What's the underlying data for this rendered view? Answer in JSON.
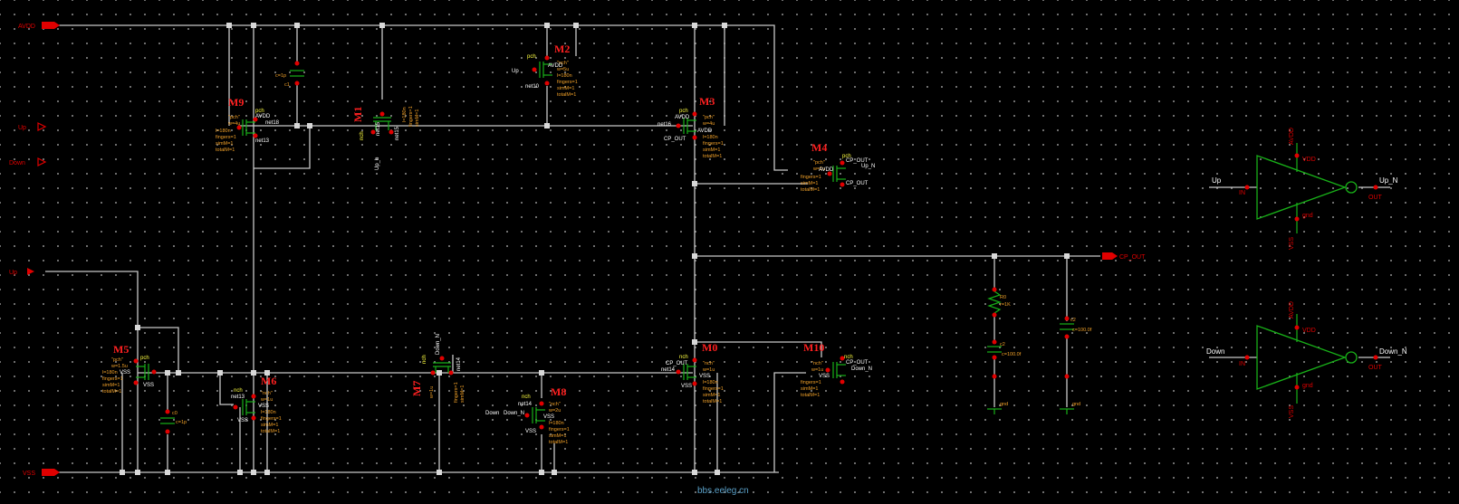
{
  "nets": {
    "avdd": "AVDD",
    "up": "Up",
    "down": "Down",
    "vss": "VSS",
    "cp_out": "CP_OUT",
    "up_n": "Up_N",
    "down_n": "Down_N",
    "up_b": "Up_b",
    "down_n_small": "Down_N",
    "net10": "net10",
    "net13": "net13",
    "net14": "net14",
    "net15": "net15",
    "net16": "net16",
    "net18": "net18",
    "gnd": "gnd",
    "vdd": "VDD",
    "in": "IN",
    "out": "OUT"
  },
  "devices": {
    "m0": "M0",
    "m1": "M1",
    "m2": "M2",
    "m3": "M3",
    "m4": "M4",
    "m5": "M5",
    "m6": "M6",
    "m7": "M7",
    "m8": "M8",
    "m9": "M9",
    "m10": "M10"
  },
  "models": {
    "pch": "pch",
    "nch": "nch",
    "pch_q": "\"pch\"",
    "nch_q": "\"nch\""
  },
  "params": {
    "w4u": "w=4u",
    "w2u": "w=2u",
    "w1u": "w=1u",
    "w1_5u": "w=1.5u",
    "w5u": "w=5u",
    "l180n": "l=180n",
    "fingers": "fingers=1",
    "simm": "simM=1",
    "totalm": "totalM=1"
  },
  "passives": {
    "c0": "c0",
    "c1": "c1",
    "c2": "c2",
    "r0": "R0",
    "c1p": "c=1p",
    "c2p": "c=2p",
    "c100f": "c=100.0f",
    "r1k": "r=1K"
  },
  "watermark": "bbs.eeleg.cn"
}
